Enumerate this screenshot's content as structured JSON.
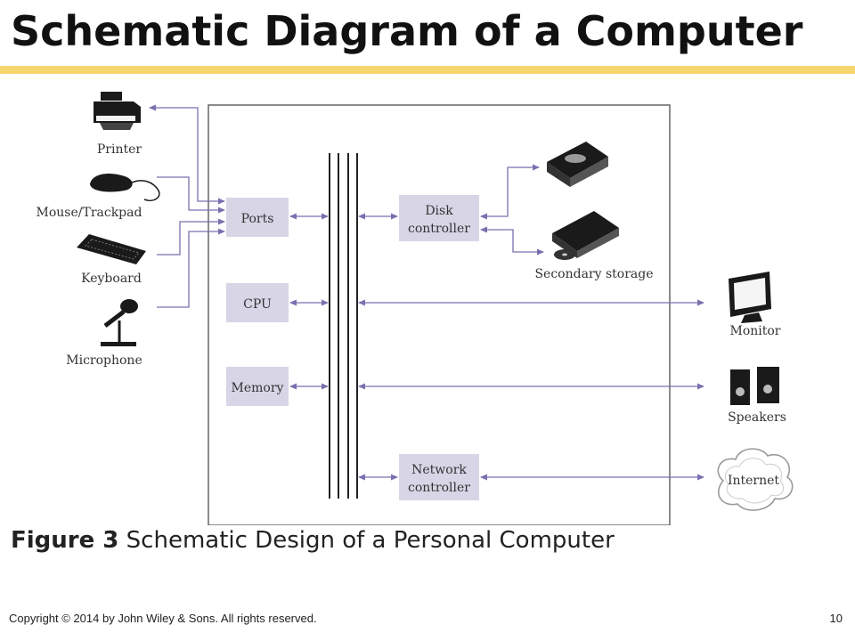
{
  "slide": {
    "title": "Schematic Diagram of a Computer",
    "rule_color": "#f5d76e"
  },
  "diagram": {
    "accent_color": "#7b6fb0",
    "box_fill": "#d8d5e6",
    "components": {
      "ports": "Ports",
      "cpu": "CPU",
      "memory": "Memory",
      "disk_line1": "Disk",
      "disk_line2": "controller",
      "network_line1": "Network",
      "network_line2": "controller"
    },
    "devices": {
      "printer": "Printer",
      "mouse": "Mouse/Trackpad",
      "keyboard": "Keyboard",
      "microphone": "Microphone",
      "secondary_storage": "Secondary storage",
      "monitor": "Monitor",
      "speakers": "Speakers",
      "internet": "Internet"
    },
    "icons": [
      "printer-icon",
      "mouse-icon",
      "keyboard-icon",
      "microphone-icon",
      "hard-drive-icon",
      "optical-drive-icon",
      "monitor-icon",
      "speakers-icon",
      "cloud-icon"
    ]
  },
  "caption": {
    "label": "Figure 3",
    "text": "Schematic Design of a Personal Computer"
  },
  "footer": {
    "copyright": "Copyright © 2014 by John Wiley & Sons.  All rights reserved.",
    "page_number": "10"
  }
}
